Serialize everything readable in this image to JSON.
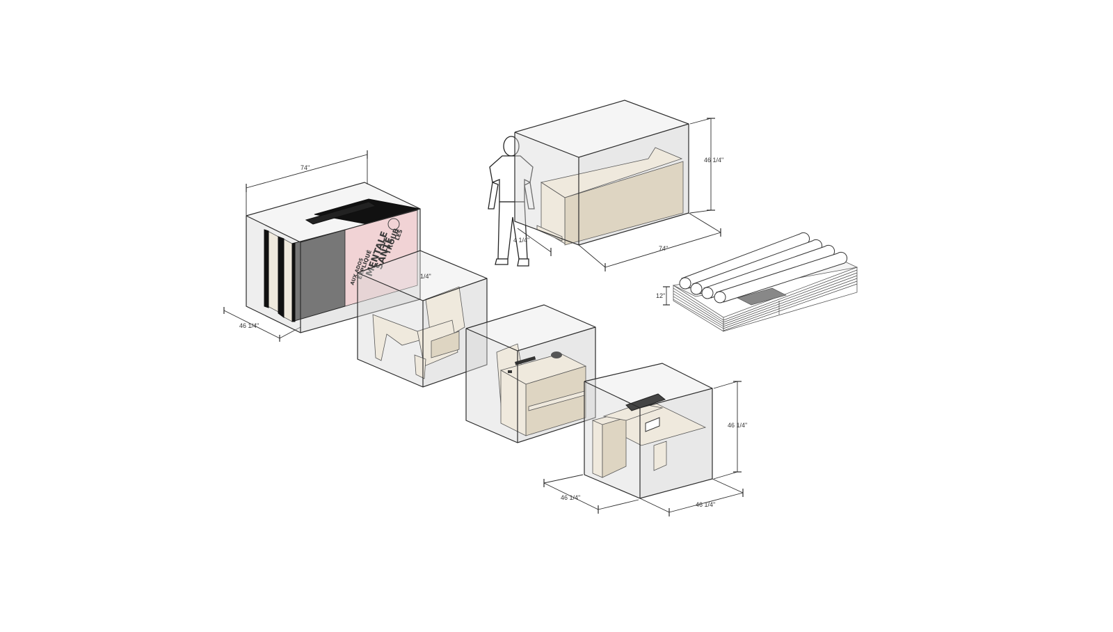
{
  "dimensions": {
    "big_unit_width": "74\"",
    "big_unit_depth": "46 1/4\"",
    "desk_unit_height": "46 1/4\"",
    "desk_unit_width": "74\"",
    "desk_unit_depth": "4  1/4\"",
    "chair_unit_partial": "1/4\"",
    "rack_height": "12\"",
    "small_unit_height": "46 1/4\"",
    "small_unit_depth": "46 1/4\"",
    "small_unit_width": "46 1/4\""
  },
  "poster": {
    "line1": "LES",
    "line2": "TROUB",
    "line3": "SANTÉ",
    "line4": "MENTALE",
    "line5": "EXPLIQUÉ",
    "line6": "AUX ADOS"
  }
}
